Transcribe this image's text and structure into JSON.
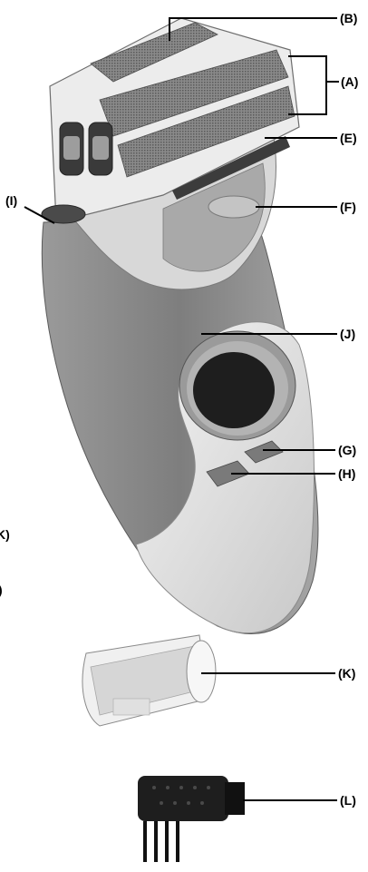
{
  "labels": {
    "A": "(A)",
    "B": "(B)",
    "E": "(E)",
    "F": "(F)",
    "I": "(I)",
    "J": "(J)",
    "G": "(G)",
    "H": "(H)",
    "K": "(K)",
    "L": "(L)",
    "cut_left_1": "K)",
    "cut_left_2": ")"
  },
  "colors": {
    "body_dark": "#8e8e8e",
    "body_light": "#e4e4e4",
    "chrome": "#c9c9c9",
    "foil": "#7d7d7d",
    "display": "#1e1e1e",
    "button": "#7a7a7a",
    "line": "#000000"
  }
}
